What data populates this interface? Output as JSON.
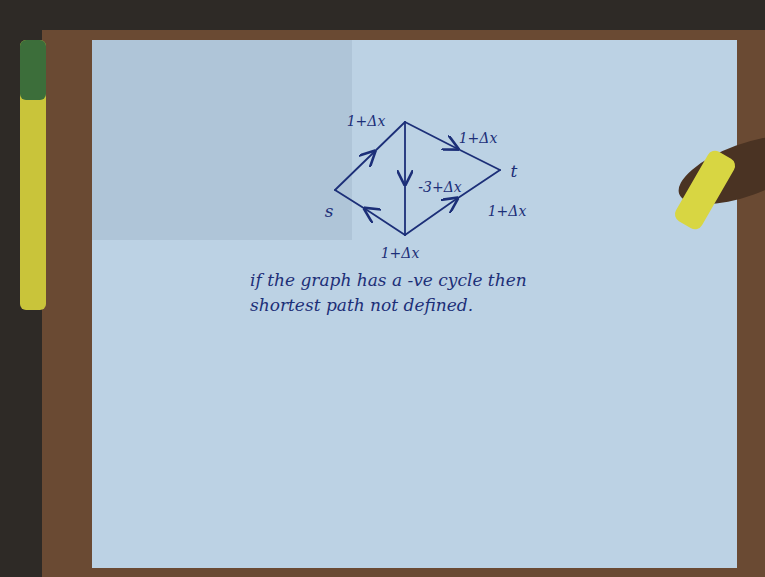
{
  "diagram": {
    "labels": [
      "s",
      "t",
      "1+Δx",
      "1+Δx",
      "-3+Δx",
      "1+Δx",
      "1+Δx",
      "if the graph has a -ve cycle then shortest path not defined."
    ]
  }
}
